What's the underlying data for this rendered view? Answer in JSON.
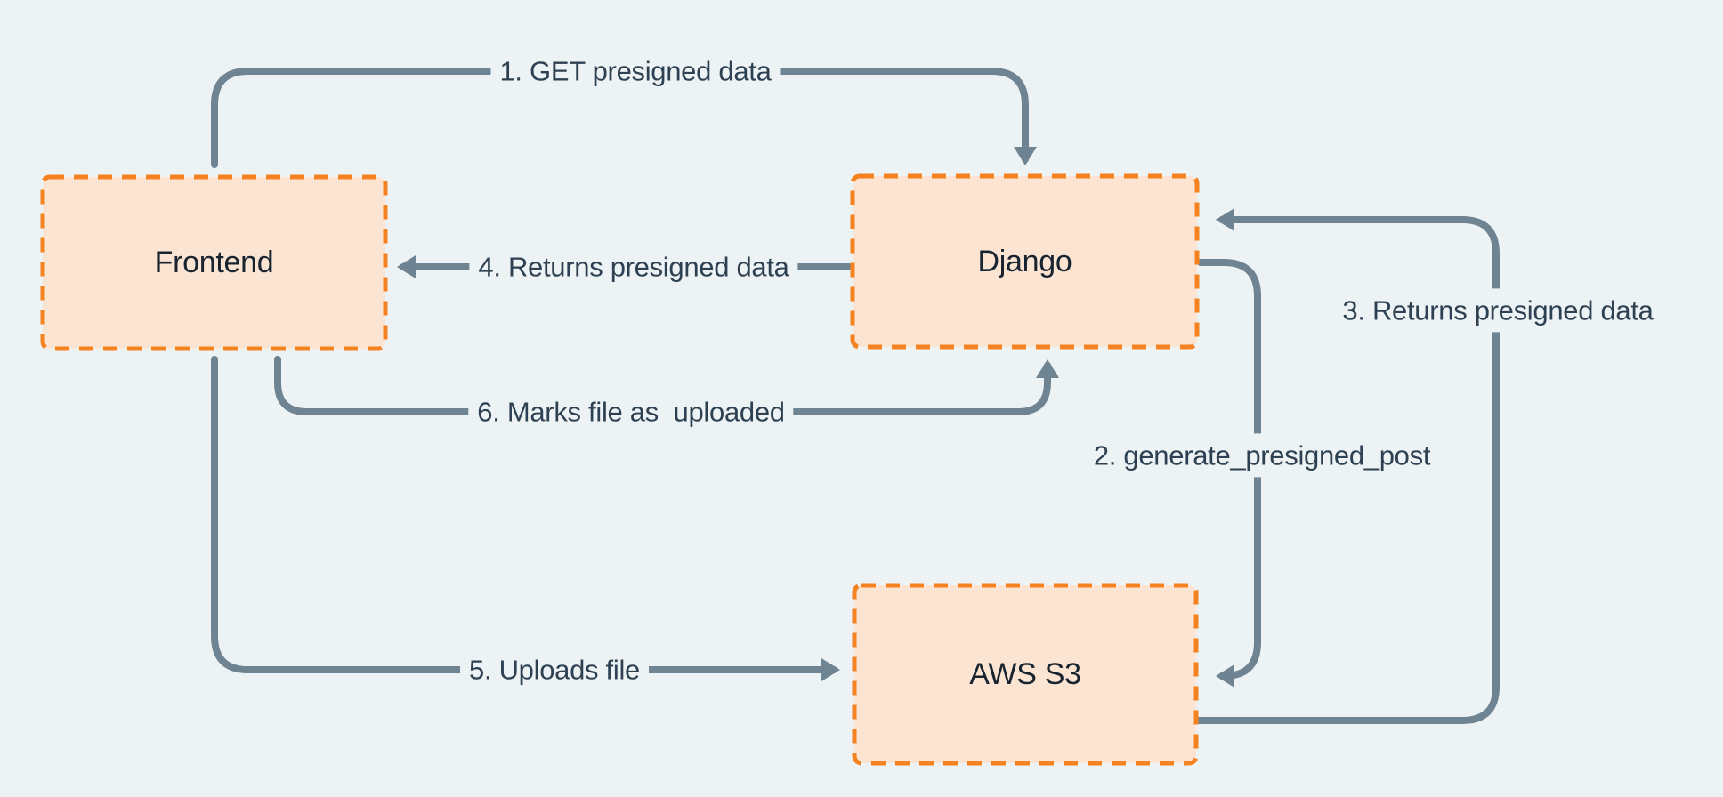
{
  "diagram": {
    "description": "Presigned upload flow between Frontend, Django and AWS S3",
    "nodes": [
      {
        "id": "frontend",
        "label": "Frontend"
      },
      {
        "id": "django",
        "label": "Django"
      },
      {
        "id": "aws_s3",
        "label": "AWS S3"
      }
    ],
    "steps": [
      {
        "label": "1. GET presigned data",
        "from": "Frontend",
        "to": "Django"
      },
      {
        "label": "2. generate_presigned_post",
        "from": "Django",
        "to": "AWS S3"
      },
      {
        "label": "3. Returns presigned data",
        "from": "AWS S3",
        "to": "Django"
      },
      {
        "label": "4. Returns presigned data",
        "from": "Django",
        "to": "Frontend"
      },
      {
        "label": "5. Uploads file",
        "from": "Frontend",
        "to": "AWS S3"
      },
      {
        "label": "6. Marks file as  uploaded",
        "from": "Frontend",
        "to": "Django"
      }
    ],
    "colors": {
      "background": "#edf2f4",
      "node_fill": "#fce4d3",
      "node_border": "#f58220",
      "arrow": "#6f8492",
      "label_text": "#2e4152",
      "node_text": "#182430"
    }
  }
}
